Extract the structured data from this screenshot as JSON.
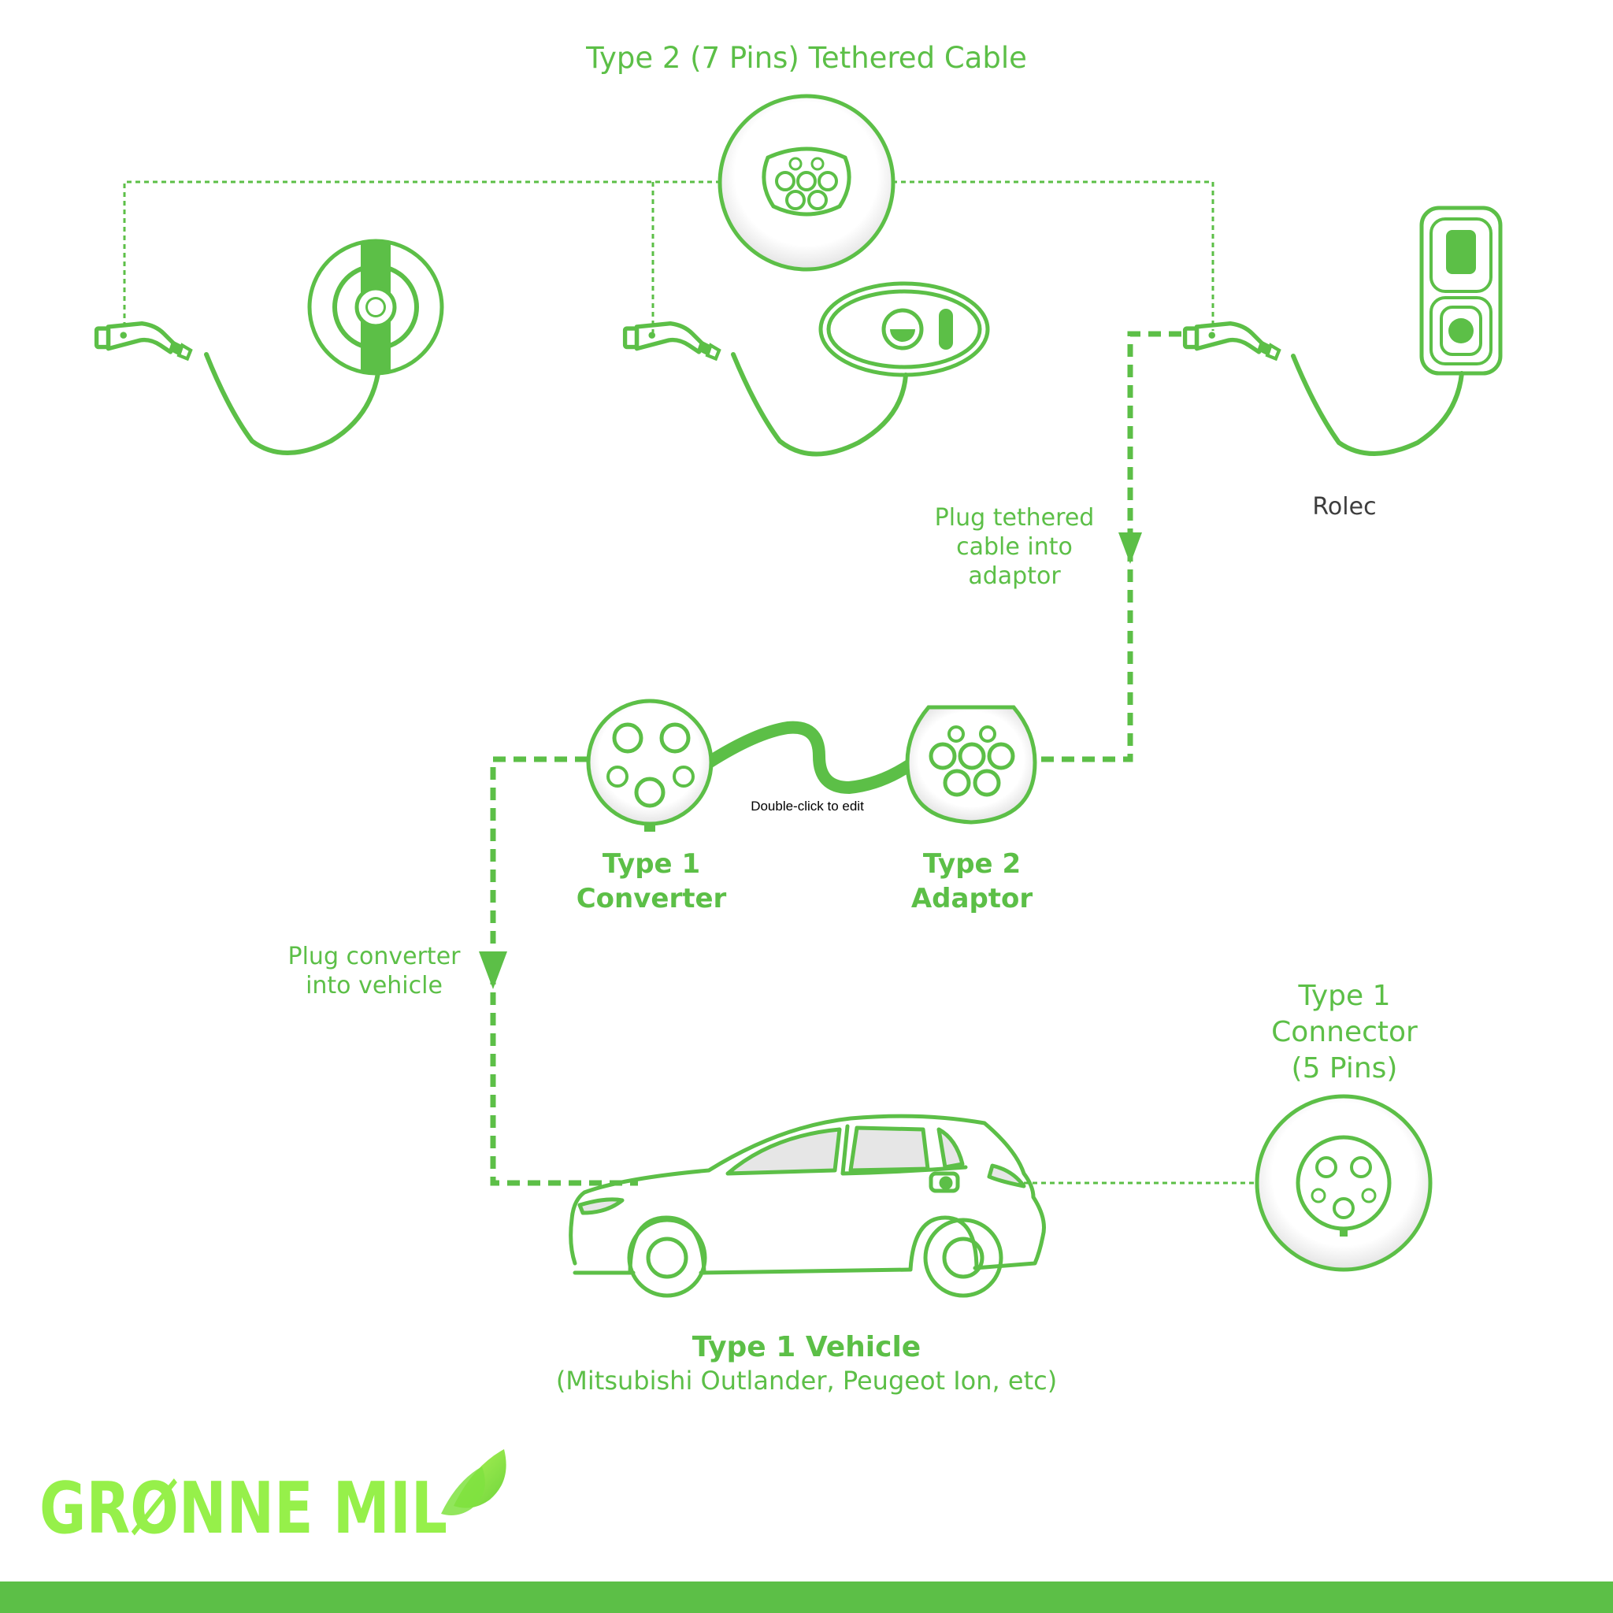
{
  "title": "Type 2 (7 Pins) Tethered Cable",
  "chargers": {
    "right_label": "Rolec"
  },
  "steps": {
    "step1_line1": "Plug tethered",
    "step1_line2": "cable into",
    "step1_line3": "adaptor",
    "step2_line1": "Plug converter",
    "step2_line2": "into vehicle"
  },
  "devices": {
    "converter_line1": "Type 1",
    "converter_line2": "Converter",
    "adaptor_line1": "Type 2",
    "adaptor_line2": "Adaptor",
    "edit_hint": "Double-click to edit"
  },
  "connector": {
    "line1": "Type 1",
    "line2": "Connector",
    "line3": "(5 Pins)"
  },
  "vehicle": {
    "title": "Type 1 Vehicle",
    "subtitle": "(Mitsubishi Outlander, Peugeot Ion, etc)"
  },
  "brand": {
    "name": "GRØNNE MIL"
  },
  "colors": {
    "primary_green": "#5cbf47",
    "logo_green": "#96f04a",
    "footer_bar": "#5cbf47",
    "window_grey": "#e6e6e6"
  }
}
